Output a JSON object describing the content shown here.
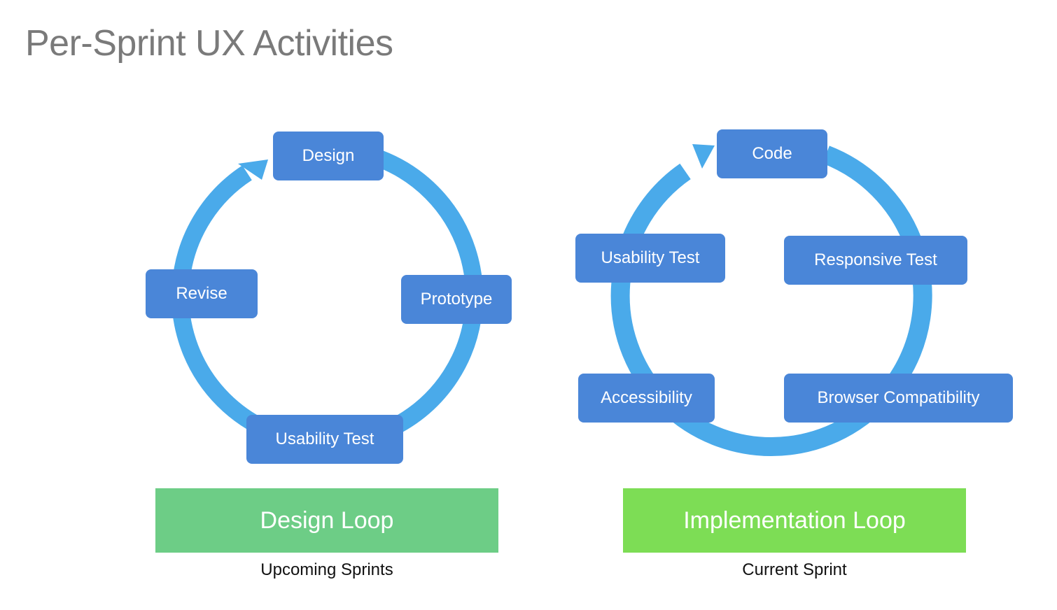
{
  "title": "Per-Sprint UX Activities",
  "colors": {
    "title": "#7a7a7a",
    "arrow": "#4aaaea",
    "node": "#4a86d8",
    "design_loop_bar": "#6dcd86",
    "implementation_loop_bar": "#7ddd55"
  },
  "design_loop": {
    "nodes": {
      "design": "Design",
      "prototype": "Prototype",
      "usability_test": "Usability Test",
      "revise": "Revise"
    },
    "label": "Design Loop",
    "subtitle": "Upcoming Sprints"
  },
  "implementation_loop": {
    "nodes": {
      "code": "Code",
      "responsive_test": "Responsive Test",
      "browser_compatibility": "Browser Compatibility",
      "accessibility": "Accessibility",
      "usability_test": "Usability Test"
    },
    "label": "Implementation Loop",
    "subtitle": "Current Sprint"
  }
}
